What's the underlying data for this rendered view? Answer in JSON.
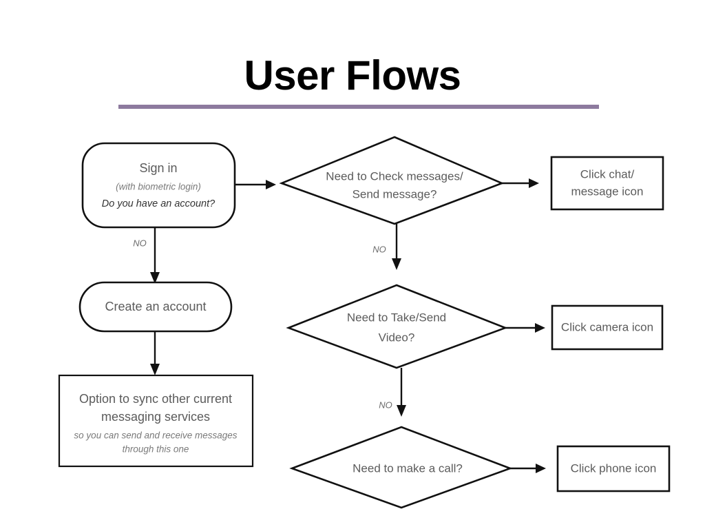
{
  "slide": {
    "title": "User Flows",
    "accent_color": "#8d7a9e",
    "background_color": "#ffffff",
    "text_color": "#5b5b5b",
    "stroke_color": "#111111"
  },
  "nodes": {
    "sign_in": {
      "shape": "rounded-rectangle",
      "line1": "Sign in",
      "line2": "(with biometric login)",
      "line3": "Do you have an account?"
    },
    "create_account": {
      "shape": "stadium",
      "label": "Create an account"
    },
    "sync_services": {
      "shape": "rectangle",
      "line1": "Option to sync other current",
      "line2": "messaging services",
      "sub1": "so you can send and receive messages",
      "sub2": "through this one"
    },
    "check_messages": {
      "shape": "diamond",
      "line1": "Need to Check messages/",
      "line2": "Send message?"
    },
    "click_chat": {
      "shape": "rectangle",
      "line1": "Click chat/",
      "line2": "message icon"
    },
    "take_video": {
      "shape": "diamond",
      "line1": "Need to Take/Send",
      "line2": "Video?"
    },
    "click_camera": {
      "shape": "rectangle",
      "label": "Click camera icon"
    },
    "make_call": {
      "shape": "diamond",
      "label": "Need to make a call?"
    },
    "click_phone": {
      "shape": "rectangle",
      "label": "Click phone icon"
    }
  },
  "edges": {
    "sign_in_to_no": "NO",
    "check_messages_no": "NO",
    "take_video_no": "NO"
  }
}
